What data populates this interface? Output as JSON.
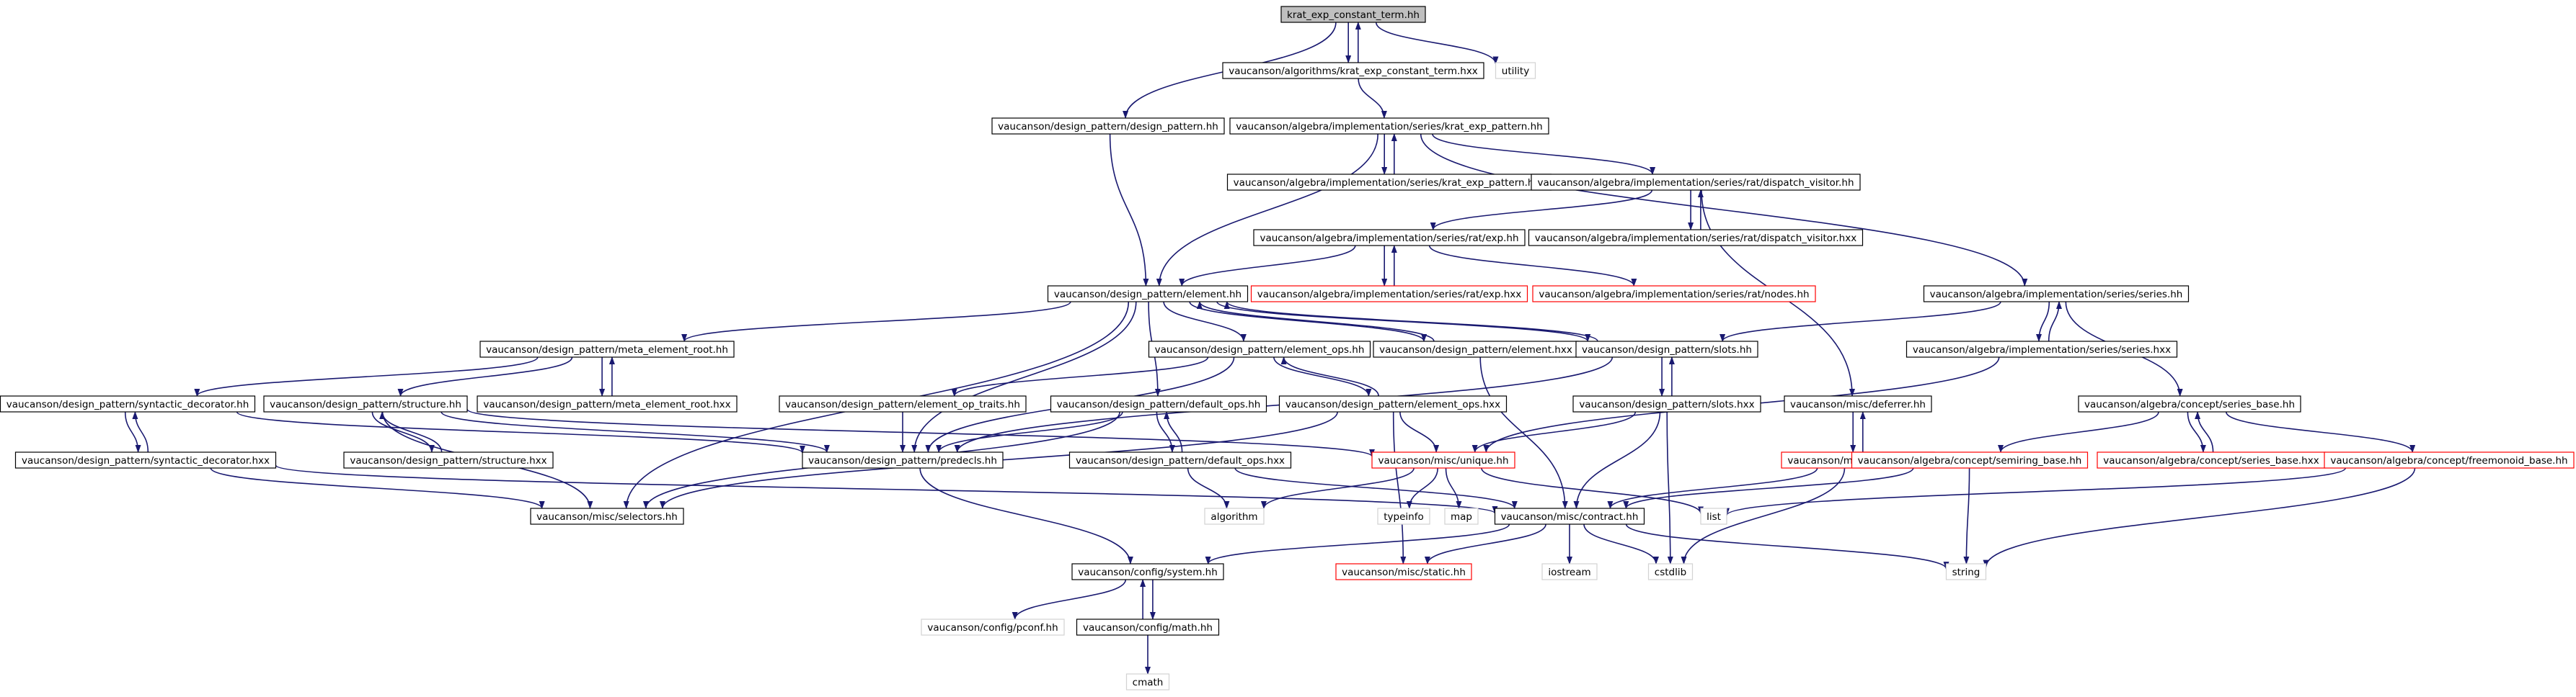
{
  "colors": {
    "edge": "#191970",
    "root_fill": "#bfbfbf",
    "documented_border": "#000000",
    "undocumented_border": "#ff0000",
    "external_border": "#d3d3d3",
    "external_text": "#666666"
  },
  "nodes": [
    {
      "id": "krat_exp_constant_term_hh",
      "label": "krat_exp_constant_term.hh",
      "kind": "root"
    },
    {
      "id": "krat_exp_constant_term_hxx",
      "label": "vaucanson/algorithms/krat_exp_constant_term.hxx",
      "kind": "documented"
    },
    {
      "id": "utility",
      "label": "utility",
      "kind": "external"
    },
    {
      "id": "design_pattern_hh",
      "label": "vaucanson/design_pattern/design_pattern.hh",
      "kind": "documented"
    },
    {
      "id": "krat_exp_pattern_hh",
      "label": "vaucanson/algebra/implementation/series/krat_exp_pattern.hh",
      "kind": "documented"
    },
    {
      "id": "krat_exp_pattern_hxx",
      "label": "vaucanson/algebra/implementation/series/krat_exp_pattern.hxx",
      "kind": "documented"
    },
    {
      "id": "dispatch_visitor_hh",
      "label": "vaucanson/algebra/implementation/series/rat/dispatch_visitor.hh",
      "kind": "documented"
    },
    {
      "id": "dispatch_visitor_hxx",
      "label": "vaucanson/algebra/implementation/series/rat/dispatch_visitor.hxx",
      "kind": "documented"
    },
    {
      "id": "rat_exp_hh",
      "label": "vaucanson/algebra/implementation/series/rat/exp.hh",
      "kind": "documented"
    },
    {
      "id": "rat_exp_hxx",
      "label": "vaucanson/algebra/implementation/series/rat/exp.hxx",
      "kind": "undocumented"
    },
    {
      "id": "rat_nodes_hh",
      "label": "vaucanson/algebra/implementation/series/rat/nodes.hh",
      "kind": "undocumented"
    },
    {
      "id": "element_hh",
      "label": "vaucanson/design_pattern/element.hh",
      "kind": "documented"
    },
    {
      "id": "series_hh",
      "label": "vaucanson/algebra/implementation/series/series.hh",
      "kind": "documented"
    },
    {
      "id": "series_hxx",
      "label": "vaucanson/algebra/implementation/series/series.hxx",
      "kind": "documented"
    },
    {
      "id": "meta_element_root_hh",
      "label": "vaucanson/design_pattern/meta_element_root.hh",
      "kind": "documented"
    },
    {
      "id": "meta_element_root_hxx",
      "label": "vaucanson/design_pattern/meta_element_root.hxx",
      "kind": "documented"
    },
    {
      "id": "element_ops_hh",
      "label": "vaucanson/design_pattern/element_ops.hh",
      "kind": "documented"
    },
    {
      "id": "element_hxx",
      "label": "vaucanson/design_pattern/element.hxx",
      "kind": "documented"
    },
    {
      "id": "slots_hh",
      "label": "vaucanson/design_pattern/slots.hh",
      "kind": "documented"
    },
    {
      "id": "syntactic_decorator_hh",
      "label": "vaucanson/design_pattern/syntactic_decorator.hh",
      "kind": "documented"
    },
    {
      "id": "structure_hh",
      "label": "vaucanson/design_pattern/structure.hh",
      "kind": "documented"
    },
    {
      "id": "element_op_traits_hh",
      "label": "vaucanson/design_pattern/element_op_traits.hh",
      "kind": "documented"
    },
    {
      "id": "default_ops_hh",
      "label": "vaucanson/design_pattern/default_ops.hh",
      "kind": "documented"
    },
    {
      "id": "element_ops_hxx",
      "label": "vaucanson/design_pattern/element_ops.hxx",
      "kind": "documented"
    },
    {
      "id": "slots_hxx",
      "label": "vaucanson/design_pattern/slots.hxx",
      "kind": "documented"
    },
    {
      "id": "deferrer_hh",
      "label": "vaucanson/misc/deferrer.hh",
      "kind": "documented"
    },
    {
      "id": "series_base_hh",
      "label": "vaucanson/algebra/concept/series_base.hh",
      "kind": "documented"
    },
    {
      "id": "syntactic_decorator_hxx",
      "label": "vaucanson/design_pattern/syntactic_decorator.hxx",
      "kind": "documented"
    },
    {
      "id": "structure_hxx",
      "label": "vaucanson/design_pattern/structure.hxx",
      "kind": "documented"
    },
    {
      "id": "predecls_hh",
      "label": "vaucanson/design_pattern/predecls.hh",
      "kind": "documented"
    },
    {
      "id": "default_ops_hxx",
      "label": "vaucanson/design_pattern/default_ops.hxx",
      "kind": "documented"
    },
    {
      "id": "unique_hh",
      "label": "vaucanson/misc/unique.hh",
      "kind": "undocumented"
    },
    {
      "id": "deferrer_hxx",
      "label": "vaucanson/misc/deferrer.hxx",
      "kind": "undocumented"
    },
    {
      "id": "semiring_base_hh",
      "label": "vaucanson/algebra/concept/semiring_base.hh",
      "kind": "undocumented"
    },
    {
      "id": "series_base_hxx",
      "label": "vaucanson/algebra/concept/series_base.hxx",
      "kind": "undocumented"
    },
    {
      "id": "freemonoid_base_hh",
      "label": "vaucanson/algebra/concept/freemonoid_base.hh",
      "kind": "undocumented"
    },
    {
      "id": "selectors_hh",
      "label": "vaucanson/misc/selectors.hh",
      "kind": "documented"
    },
    {
      "id": "algorithm",
      "label": "algorithm",
      "kind": "external"
    },
    {
      "id": "typeinfo",
      "label": "typeinfo",
      "kind": "external"
    },
    {
      "id": "map",
      "label": "map",
      "kind": "external"
    },
    {
      "id": "contract_hh",
      "label": "vaucanson/misc/contract.hh",
      "kind": "documented"
    },
    {
      "id": "list",
      "label": "list",
      "kind": "external"
    },
    {
      "id": "system_hh",
      "label": "vaucanson/config/system.hh",
      "kind": "documented"
    },
    {
      "id": "static_hh",
      "label": "vaucanson/misc/static.hh",
      "kind": "undocumented"
    },
    {
      "id": "iostream",
      "label": "iostream",
      "kind": "external"
    },
    {
      "id": "cstdlib",
      "label": "cstdlib",
      "kind": "external"
    },
    {
      "id": "string",
      "label": "string",
      "kind": "external"
    },
    {
      "id": "pconf_hh",
      "label": "vaucanson/config/pconf.hh",
      "kind": "external"
    },
    {
      "id": "math_hh",
      "label": "vaucanson/config/math.hh",
      "kind": "documented"
    },
    {
      "id": "cmath",
      "label": "cmath",
      "kind": "external"
    }
  ],
  "edges": [
    [
      "krat_exp_constant_term_hh",
      "krat_exp_constant_term_hxx"
    ],
    [
      "krat_exp_constant_term_hxx",
      "krat_exp_constant_term_hh"
    ],
    [
      "krat_exp_constant_term_hh",
      "utility"
    ],
    [
      "krat_exp_constant_term_hh",
      "design_pattern_hh"
    ],
    [
      "krat_exp_constant_term_hxx",
      "krat_exp_pattern_hh"
    ],
    [
      "design_pattern_hh",
      "element_hh"
    ],
    [
      "krat_exp_pattern_hh",
      "krat_exp_pattern_hxx"
    ],
    [
      "krat_exp_pattern_hxx",
      "krat_exp_pattern_hh"
    ],
    [
      "krat_exp_pattern_hh",
      "dispatch_visitor_hh"
    ],
    [
      "krat_exp_pattern_hh",
      "element_hh"
    ],
    [
      "krat_exp_pattern_hh",
      "series_hh"
    ],
    [
      "dispatch_visitor_hh",
      "dispatch_visitor_hxx"
    ],
    [
      "dispatch_visitor_hxx",
      "dispatch_visitor_hh"
    ],
    [
      "dispatch_visitor_hh",
      "rat_exp_hh"
    ],
    [
      "dispatch_visitor_hh",
      "deferrer_hh"
    ],
    [
      "rat_exp_hh",
      "rat_exp_hxx"
    ],
    [
      "rat_exp_hxx",
      "rat_exp_hh"
    ],
    [
      "rat_exp_hh",
      "rat_nodes_hh"
    ],
    [
      "rat_exp_hh",
      "element_hh"
    ],
    [
      "element_hh",
      "meta_element_root_hh"
    ],
    [
      "element_hh",
      "element_ops_hh"
    ],
    [
      "element_hh",
      "element_hxx"
    ],
    [
      "element_hxx",
      "element_hh"
    ],
    [
      "element_hh",
      "default_ops_hh"
    ],
    [
      "element_hh",
      "predecls_hh"
    ],
    [
      "element_hh",
      "selectors_hh"
    ],
    [
      "element_hh",
      "slots_hh"
    ],
    [
      "slots_hh",
      "element_hh"
    ],
    [
      "series_hh",
      "series_hxx"
    ],
    [
      "series_hxx",
      "series_hh"
    ],
    [
      "series_hh",
      "slots_hh"
    ],
    [
      "series_hh",
      "series_base_hh"
    ],
    [
      "series_hxx",
      "unique_hh"
    ],
    [
      "meta_element_root_hh",
      "meta_element_root_hxx"
    ],
    [
      "meta_element_root_hxx",
      "meta_element_root_hh"
    ],
    [
      "meta_element_root_hh",
      "syntactic_decorator_hh"
    ],
    [
      "meta_element_root_hh",
      "structure_hh"
    ],
    [
      "element_ops_hh",
      "element_op_traits_hh"
    ],
    [
      "element_ops_hh",
      "element_ops_hxx"
    ],
    [
      "element_ops_hxx",
      "element_ops_hh"
    ],
    [
      "element_ops_hh",
      "predecls_hh"
    ],
    [
      "element_hxx",
      "contract_hh"
    ],
    [
      "slots_hh",
      "slots_hxx"
    ],
    [
      "slots_hxx",
      "slots_hh"
    ],
    [
      "slots_hh",
      "predecls_hh"
    ],
    [
      "syntactic_decorator_hh",
      "syntactic_decorator_hxx"
    ],
    [
      "syntactic_decorator_hxx",
      "syntactic_decorator_hh"
    ],
    [
      "syntactic_decorator_hh",
      "predecls_hh"
    ],
    [
      "syntactic_decorator_hxx",
      "selectors_hh"
    ],
    [
      "syntactic_decorator_hxx",
      "contract_hh"
    ],
    [
      "structure_hh",
      "structure_hxx"
    ],
    [
      "structure_hxx",
      "structure_hh"
    ],
    [
      "structure_hh",
      "predecls_hh"
    ],
    [
      "structure_hh",
      "selectors_hh"
    ],
    [
      "structure_hh",
      "unique_hh"
    ],
    [
      "element_op_traits_hh",
      "predecls_hh"
    ],
    [
      "default_ops_hh",
      "default_ops_hxx"
    ],
    [
      "default_ops_hxx",
      "default_ops_hh"
    ],
    [
      "default_ops_hh",
      "predecls_hh"
    ],
    [
      "default_ops_hh",
      "selectors_hh"
    ],
    [
      "default_ops_hxx",
      "algorithm"
    ],
    [
      "default_ops_hxx",
      "contract_hh"
    ],
    [
      "element_ops_hxx",
      "selectors_hh"
    ],
    [
      "element_ops_hxx",
      "unique_hh"
    ],
    [
      "element_ops_hxx",
      "static_hh"
    ],
    [
      "slots_hxx",
      "unique_hh"
    ],
    [
      "slots_hxx",
      "contract_hh"
    ],
    [
      "slots_hxx",
      "cstdlib"
    ],
    [
      "deferrer_hh",
      "deferrer_hxx"
    ],
    [
      "deferrer_hxx",
      "deferrer_hh"
    ],
    [
      "deferrer_hxx",
      "contract_hh"
    ],
    [
      "deferrer_hxx",
      "cstdlib"
    ],
    [
      "series_base_hh",
      "semiring_base_hh"
    ],
    [
      "series_base_hh",
      "series_base_hxx"
    ],
    [
      "series_base_hxx",
      "series_base_hh"
    ],
    [
      "series_base_hh",
      "freemonoid_base_hh"
    ],
    [
      "semiring_base_hh",
      "contract_hh"
    ],
    [
      "semiring_base_hh",
      "string"
    ],
    [
      "freemonoid_base_hh",
      "list"
    ],
    [
      "freemonoid_base_hh",
      "string"
    ],
    [
      "predecls_hh",
      "system_hh"
    ],
    [
      "unique_hh",
      "algorithm"
    ],
    [
      "unique_hh",
      "typeinfo"
    ],
    [
      "unique_hh",
      "map"
    ],
    [
      "unique_hh",
      "list"
    ],
    [
      "contract_hh",
      "system_hh"
    ],
    [
      "contract_hh",
      "static_hh"
    ],
    [
      "contract_hh",
      "iostream"
    ],
    [
      "contract_hh",
      "cstdlib"
    ],
    [
      "contract_hh",
      "string"
    ],
    [
      "system_hh",
      "pconf_hh"
    ],
    [
      "system_hh",
      "math_hh"
    ],
    [
      "math_hh",
      "system_hh"
    ],
    [
      "math_hh",
      "cmath"
    ]
  ]
}
